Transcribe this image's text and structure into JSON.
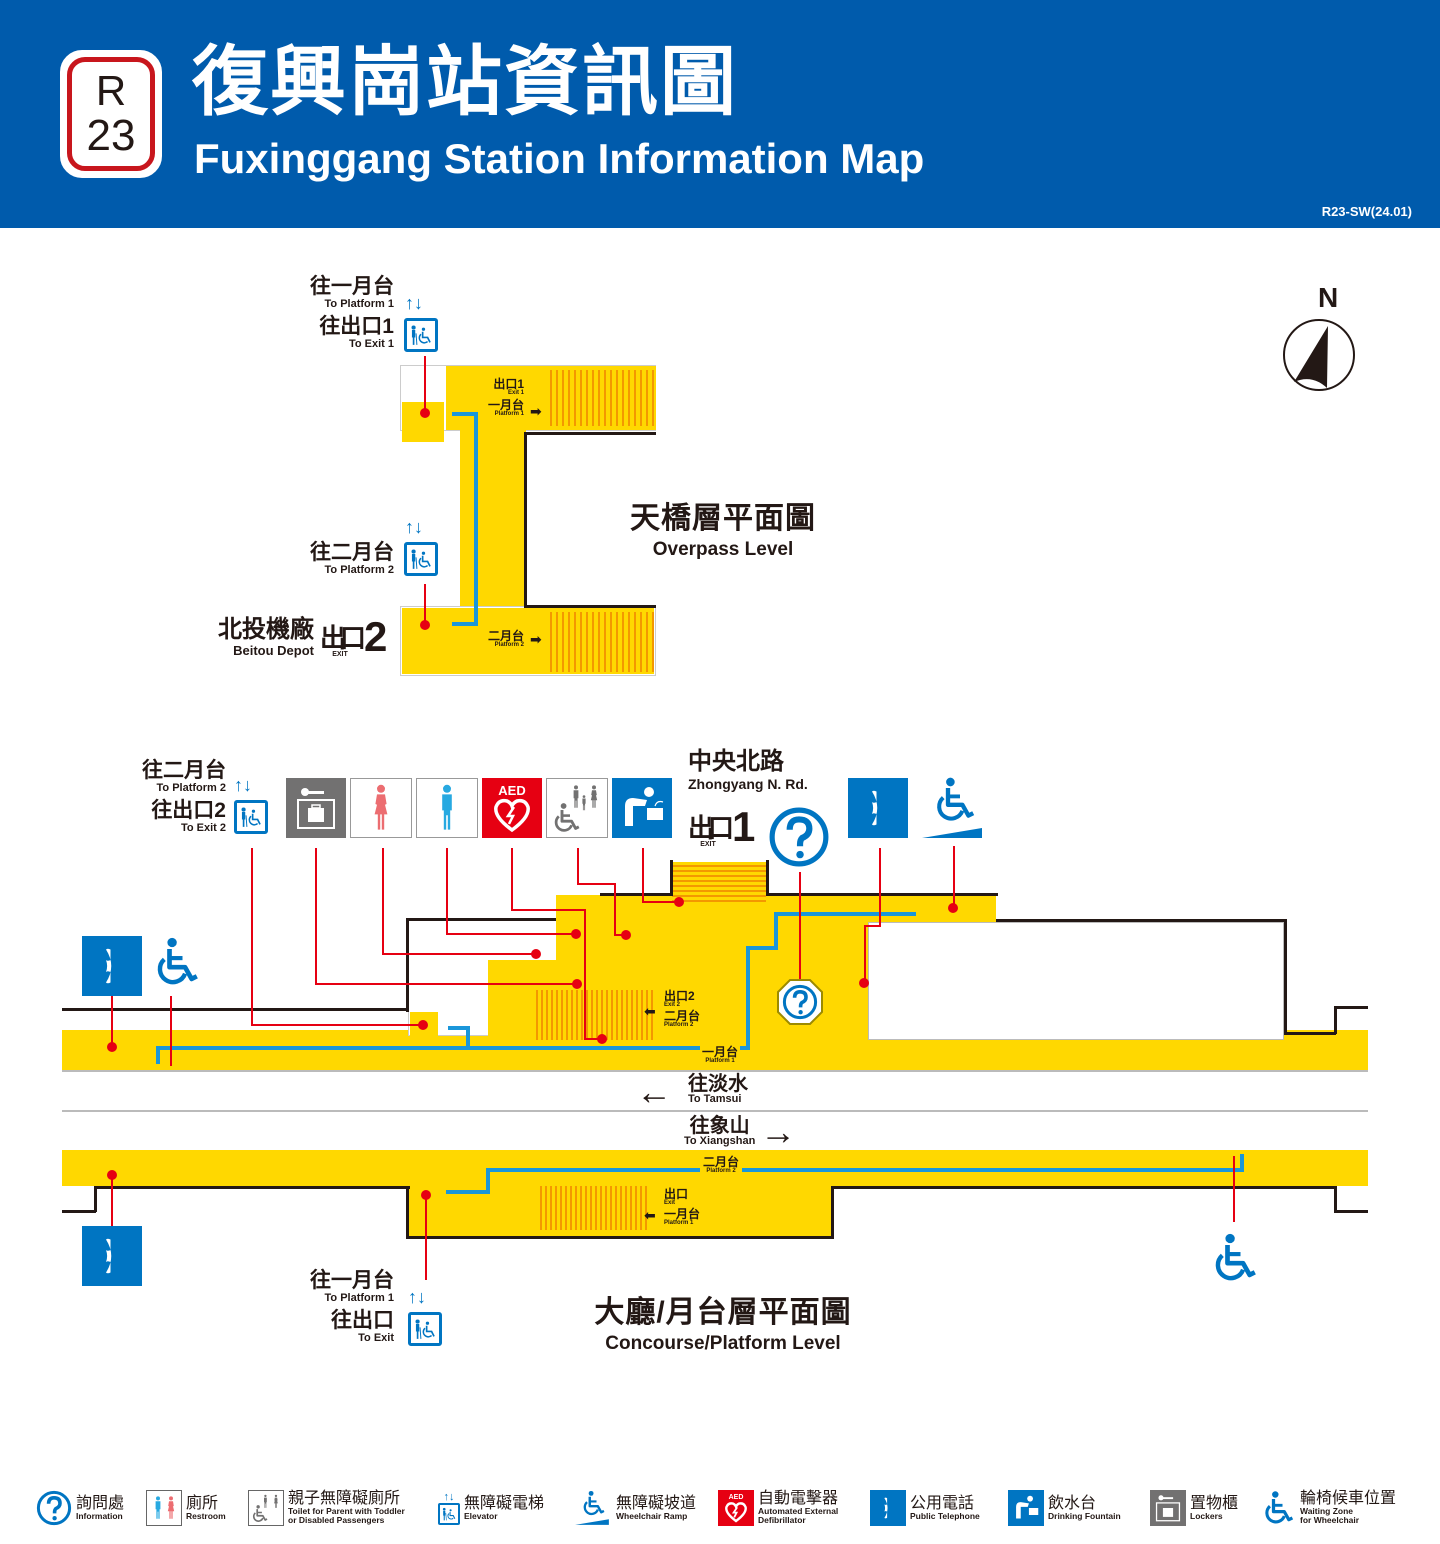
{
  "header": {
    "line_code": "R",
    "station_number": "23",
    "title_zh": "復興崗站資訊圖",
    "title_en": "Fuxinggang Station Information Map",
    "map_code": "R23-SW(24.01)",
    "colors": {
      "header_bg": "#005BAC",
      "badge_border": "#C8161D",
      "floor": "#FFD800",
      "route": "#1A96DA",
      "leader": "#E60012"
    }
  },
  "compass": {
    "label": "N"
  },
  "overpass": {
    "title_zh": "天橋層平面圖",
    "title_en": "Overpass Level",
    "elevator_top": {
      "zh1": "往一月台",
      "en1": "To Platform 1",
      "zh2": "往出口1",
      "en2": "To Exit 1"
    },
    "elevator_bottom": {
      "zh1": "往二月台",
      "en1": "To Platform 2"
    },
    "exit2": {
      "place_zh": "北投機廠",
      "place_en": "Beitou Depot",
      "exit_zh": "出口",
      "exit_en": "EXIT",
      "num": "2"
    },
    "stair_top": {
      "zh1": "出口1",
      "en1": "Exit 1",
      "zh2": "一月台",
      "en2": "Platform 1"
    },
    "stair_bottom": {
      "zh": "二月台",
      "en": "Platform 2"
    }
  },
  "concourse": {
    "title_zh": "大廳/月台層平面圖",
    "title_en": "Concourse/Platform Level",
    "elevator_nw": {
      "zh1": "往二月台",
      "en1": "To Platform 2",
      "zh2": "往出口2",
      "en2": "To Exit 2"
    },
    "elevator_sw": {
      "zh1": "往一月台",
      "en1": "To Platform 1",
      "zh2": "往出口",
      "en2": "To Exit"
    },
    "exit1": {
      "road_zh": "中央北路",
      "road_en": "Zhongyang N. Rd.",
      "exit_zh": "出口",
      "exit_en": "EXIT",
      "num": "1"
    },
    "stair_north": {
      "zh1": "出口2",
      "en1": "Exit 2",
      "zh2": "二月台",
      "en2": "Platform 2"
    },
    "stair_south": {
      "zh1": "出口",
      "en1": "Exit",
      "zh2": "一月台",
      "en2": "Platform 1"
    },
    "platform1": {
      "zh": "一月台",
      "en": "Platform 1"
    },
    "platform2": {
      "zh": "二月台",
      "en": "Platform 2"
    },
    "direction_tamsui": {
      "zh": "往淡水",
      "en": "To Tamsui",
      "arrow": "left"
    },
    "direction_xiangshan": {
      "zh": "往象山",
      "en": "To Xiangshan",
      "arrow": "right"
    },
    "facility_icons": [
      "lockers-icon",
      "restroom-female-icon",
      "restroom-male-icon",
      "aed-icon",
      "family-toilet-icon",
      "drinking-fountain-icon",
      "information-icon",
      "public-telephone-icon",
      "wheelchair-ramp-icon"
    ],
    "aed_label": "AED"
  },
  "legend": [
    {
      "icon": "information-icon",
      "zh": "詢問處",
      "en": "Information"
    },
    {
      "icon": "restroom-icon",
      "zh": "廁所",
      "en": "Restroom"
    },
    {
      "icon": "family-toilet-icon",
      "zh": "親子無障礙廁所",
      "en": "Toilet for Parent with Toddler",
      "en2": "or Disabled Passengers"
    },
    {
      "icon": "elevator-icon",
      "zh": "無障礙電梯",
      "en": "Elevator"
    },
    {
      "icon": "wheelchair-ramp-icon",
      "zh": "無障礙坡道",
      "en": "Wheelchair Ramp"
    },
    {
      "icon": "aed-icon",
      "zh": "自動電擊器",
      "en": "Automated External",
      "en2": "Defibrillator"
    },
    {
      "icon": "public-telephone-icon",
      "zh": "公用電話",
      "en": "Public Telephone"
    },
    {
      "icon": "drinking-fountain-icon",
      "zh": "飲水台",
      "en": "Drinking Fountain"
    },
    {
      "icon": "lockers-icon",
      "zh": "置物櫃",
      "en": "Lockers"
    },
    {
      "icon": "wheelchair-waiting-icon",
      "zh": "輪椅候車位置",
      "en": "Waiting Zone",
      "en2": "for Wheelchair"
    }
  ]
}
